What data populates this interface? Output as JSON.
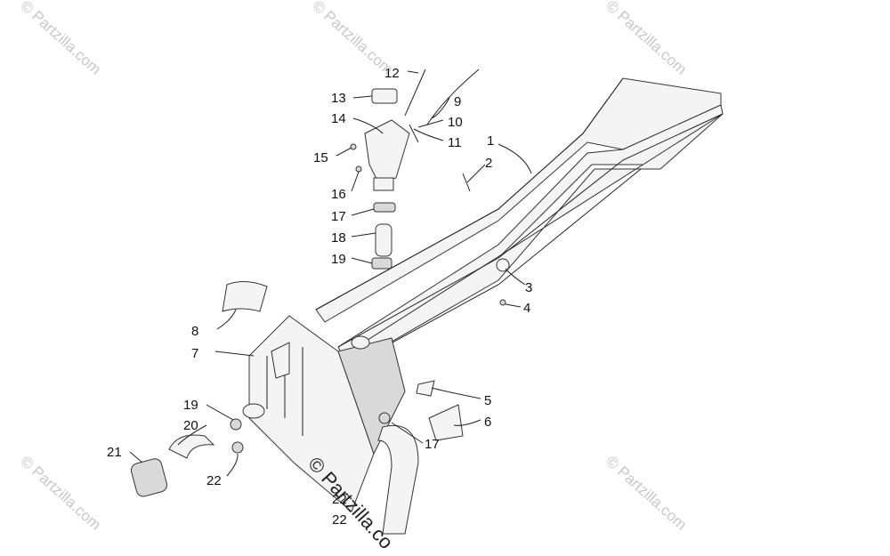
{
  "watermark": {
    "brand": "© Partzilla.com",
    "overlay": "© Partzilla.co"
  },
  "labels": [
    "1",
    "2",
    "3",
    "4",
    "5",
    "6",
    "7",
    "8",
    "9",
    "10",
    "11",
    "12",
    "13",
    "14",
    "15",
    "16",
    "17",
    "17",
    "18",
    "19",
    "19",
    "20",
    "21",
    "22",
    "22",
    "22"
  ]
}
